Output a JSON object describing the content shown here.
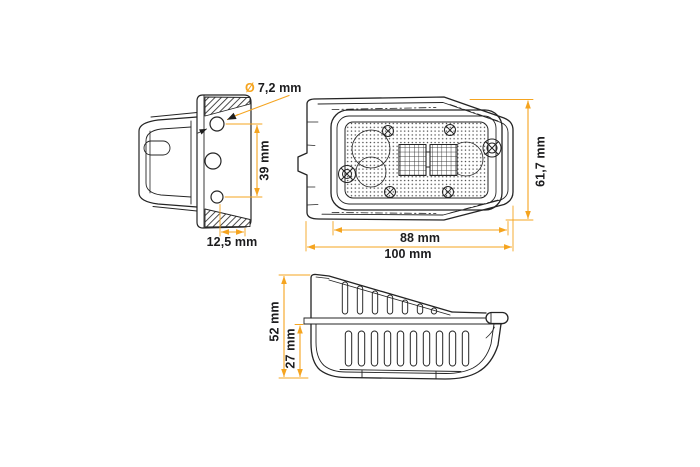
{
  "page": {
    "title": "Lamp technical drawing",
    "background": "#ffffff"
  },
  "colors": {
    "accent_orange": "#f5a41f",
    "line_black": "#242424",
    "text_dark": "#1c1c1e"
  },
  "diagram": {
    "type": "technical-drawing",
    "unit": "mm",
    "views": {
      "side": "side-profile-with-mounting-plate",
      "front": "front-lens-view",
      "top": "top-view-with-vents"
    },
    "dimensions": {
      "hole_diameter": {
        "symbol": "Ø",
        "value": "7,2 mm"
      },
      "hole_pitch": {
        "value": "39 mm"
      },
      "hole_offset": {
        "value": "12,5 mm"
      },
      "lens_width": {
        "value": "88 mm"
      },
      "overall_width": {
        "value": "100 mm"
      },
      "overall_height": {
        "value": "61,7 mm"
      },
      "overall_depth": {
        "value": "52 mm"
      },
      "housing_depth": {
        "value": "27 mm"
      }
    }
  }
}
